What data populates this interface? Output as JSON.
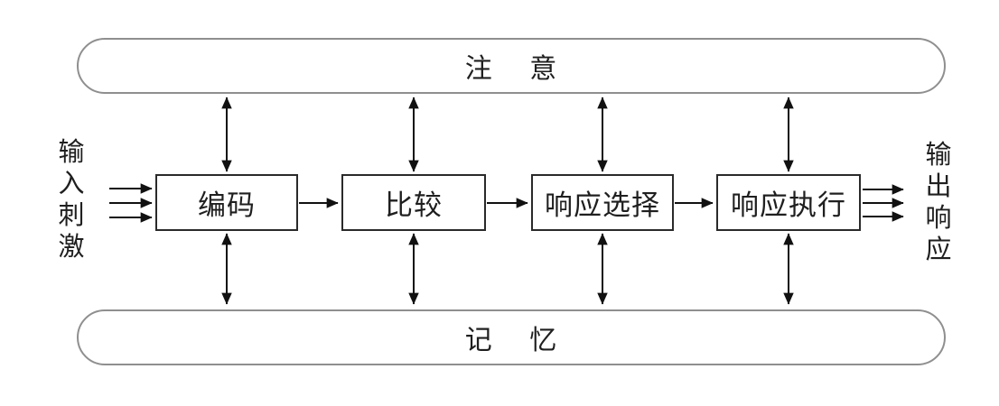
{
  "diagram": {
    "top_pill_label": "注 意",
    "bottom_pill_label": "记 忆",
    "boxes": [
      {
        "label": "编码"
      },
      {
        "label": "比较"
      },
      {
        "label": "响应选择"
      },
      {
        "label": "响应执行"
      }
    ],
    "input_label": "输入刺激",
    "output_label": "输出响应"
  },
  "colors": {
    "background": "#ffffff",
    "box_border": "#2a2a2a",
    "pill_border": "#8f8f8f",
    "arrow": "#111111",
    "text": "#1f1f1f"
  }
}
